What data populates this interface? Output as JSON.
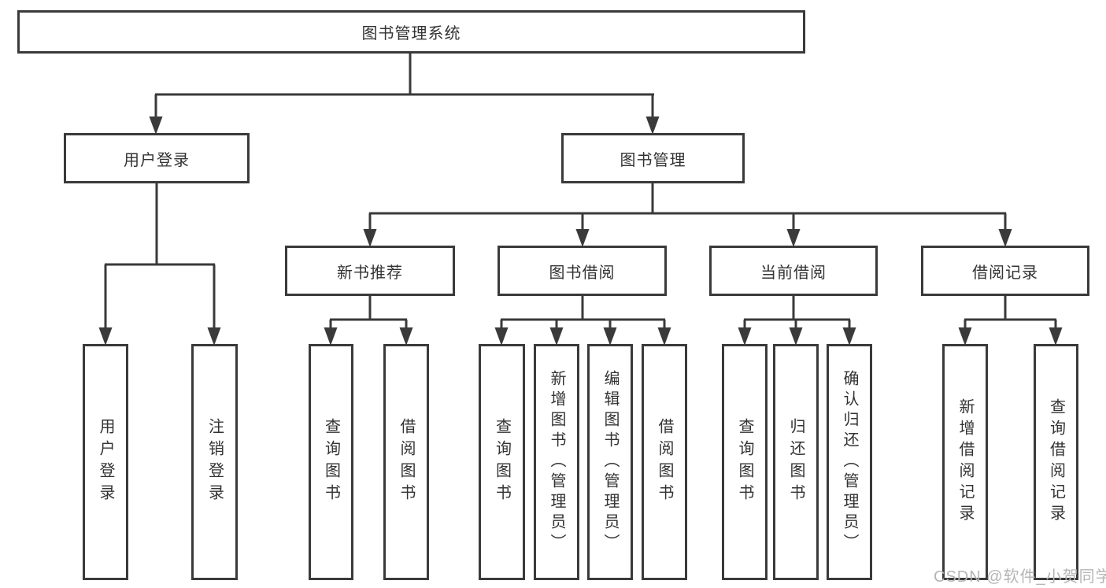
{
  "colors": {
    "line": "#3a3a3a",
    "text": "#333333",
    "background": "#ffffff",
    "watermark": "#b5b5b5"
  },
  "watermark": "CSDN @软件_小贺同学",
  "nodes": {
    "root": {
      "label": "图书管理系统"
    },
    "user_login": {
      "label": "用户登录",
      "leaves": [
        "用户登录",
        "注销登录"
      ]
    },
    "book_mgmt": {
      "label": "图书管理"
    },
    "new_book": {
      "label": "新书推荐",
      "leaves": [
        "查询图书",
        "借阅图书"
      ]
    },
    "book_borrow": {
      "label": "图书借阅",
      "leaves": [
        "查询图书",
        "新增图书（管理员）",
        "编辑图书（管理员）",
        "借阅图书"
      ]
    },
    "current_borrow": {
      "label": "当前借阅",
      "leaves": [
        "查询图书",
        "归还图书",
        "确认归还（管理员）"
      ]
    },
    "borrow_record": {
      "label": "借阅记录",
      "leaves": [
        "新增借阅记录",
        "查询借阅记录"
      ]
    }
  }
}
